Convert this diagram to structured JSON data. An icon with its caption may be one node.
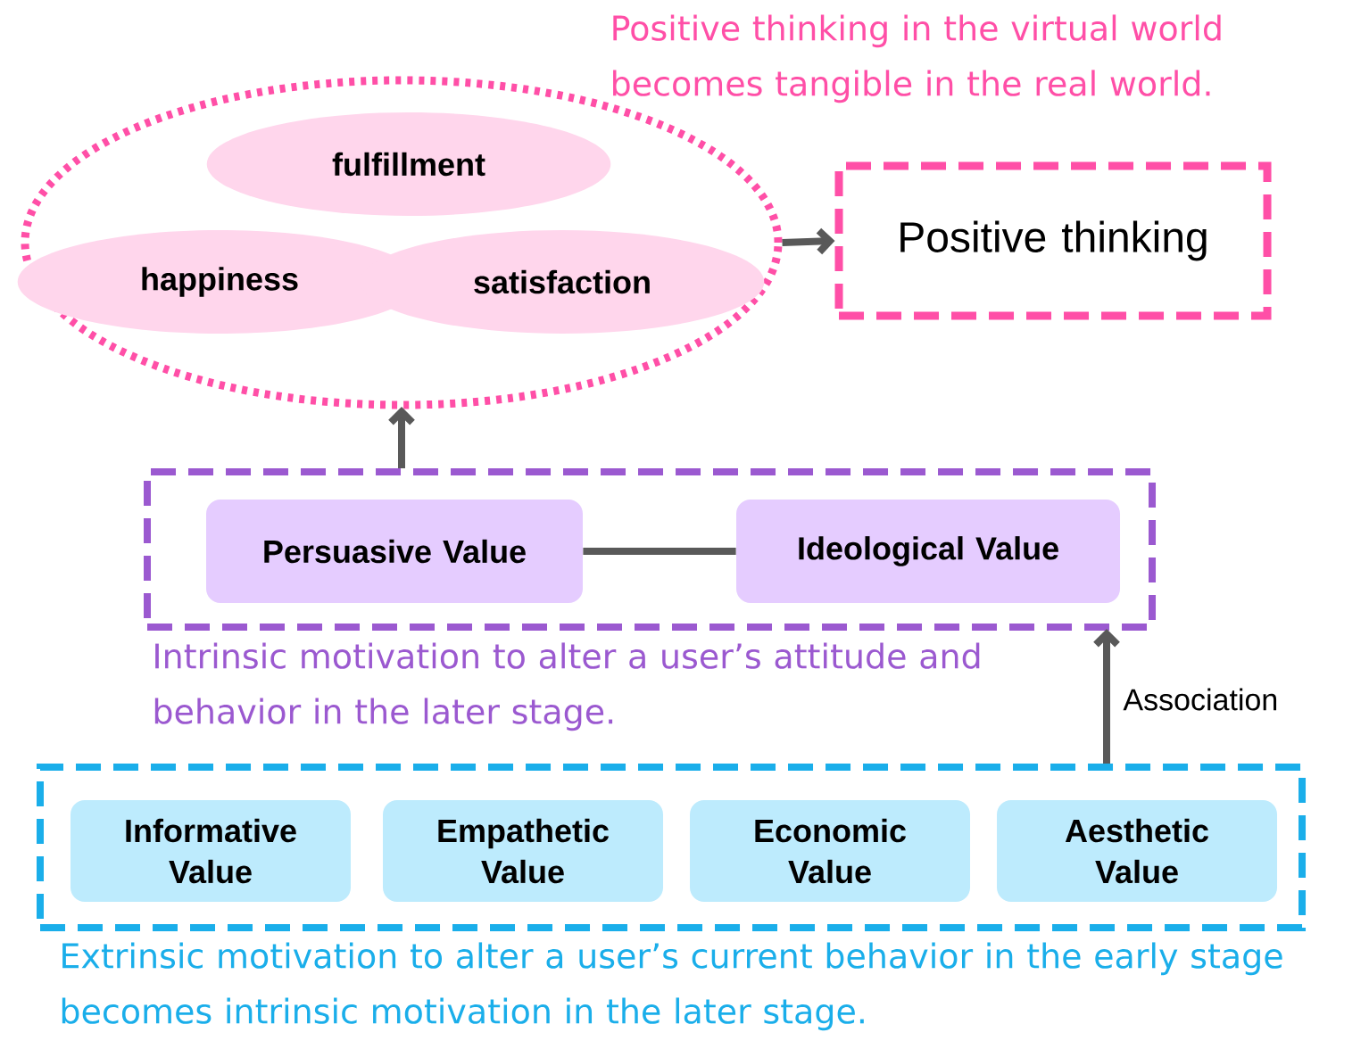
{
  "diagram": {
    "nodes": [
      {
        "text": [],
        "shape": "ellipse"
      },
      {
        "text": [
          "fulfillment"
        ],
        "in": 0
      },
      {
        "text": [
          "happiness"
        ],
        "in": 0
      },
      {
        "text": [
          "satisfaction"
        ],
        "in": 0
      },
      {
        "text": [
          "Positive thinking"
        ]
      },
      {
        "text": [],
        "shape": "box",
        "beside": [
          "Intrinsic motivation to alter a  user’s attitude and behavior in the later stage."
        ]
      },
      {
        "text": [
          "Persuasive Value"
        ],
        "in": 5
      },
      {
        "text": [
          "Ideological Value"
        ],
        "in": 5
      },
      {
        "text": [],
        "shape": "box",
        "beside": [
          "Extrinsic motivation to alter a user’s current behavior in the early stage becomes intrinsic motivation in the later stage."
        ]
      },
      {
        "text": [
          "Informative Value"
        ],
        "in": 8
      },
      {
        "text": [
          "Empathetic Value"
        ],
        "in": 8
      },
      {
        "text": [
          "Economic Value"
        ],
        "in": 8
      },
      {
        "text": [
          "Aesthetic Value"
        ],
        "in": 8
      }
    ],
    "edges": [
      {
        "from": 0,
        "to": 4,
        "arrow": "to"
      },
      {
        "from": 5,
        "to": 0,
        "arrow": "to"
      },
      {
        "from": 6,
        "to": 7,
        "arrow": "none"
      },
      {
        "from": 8,
        "to": 5,
        "arrow": "to",
        "label": "Association"
      }
    ],
    "labels": [
      "Positive thinking in the virtual world becomes tangible in the real world."
    ]
  }
}
